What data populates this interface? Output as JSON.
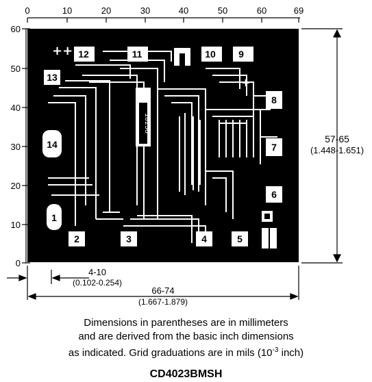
{
  "x_axis": {
    "ticks": [
      "0",
      "10",
      "20",
      "30",
      "40",
      "50",
      "60",
      "69"
    ]
  },
  "y_axis": {
    "ticks": [
      "60",
      "50",
      "40",
      "30",
      "20",
      "10",
      "0"
    ]
  },
  "pads": [
    {
      "label": "1"
    },
    {
      "label": "2"
    },
    {
      "label": "3"
    },
    {
      "label": "4"
    },
    {
      "label": "5"
    },
    {
      "label": "6"
    },
    {
      "label": "7"
    },
    {
      "label": "8"
    },
    {
      "label": "9"
    },
    {
      "label": "10"
    },
    {
      "label": "11"
    },
    {
      "label": "12"
    },
    {
      "label": "13"
    },
    {
      "label": "14"
    }
  ],
  "chip_id": "10258",
  "dims": {
    "height": "57-65",
    "height_mm": "(1.448-1.651)",
    "pad_offset": "4-10",
    "pad_offset_mm": "(0.102-0.254)",
    "width": "66-74",
    "width_mm": "(1.667-1.879)"
  },
  "caption": {
    "line1": "Dimensions in parentheses are in millimeters",
    "line2": "and are derived from the basic inch dimensions",
    "line3_pre": "as indicated. Grid graduations are in mils (10",
    "line3_sup": "-3",
    "line3_post": " inch)"
  },
  "title": "CD4023BMSH",
  "colors": {
    "die": "#000000",
    "metal": "#ffffff",
    "background": "#ffffff"
  }
}
